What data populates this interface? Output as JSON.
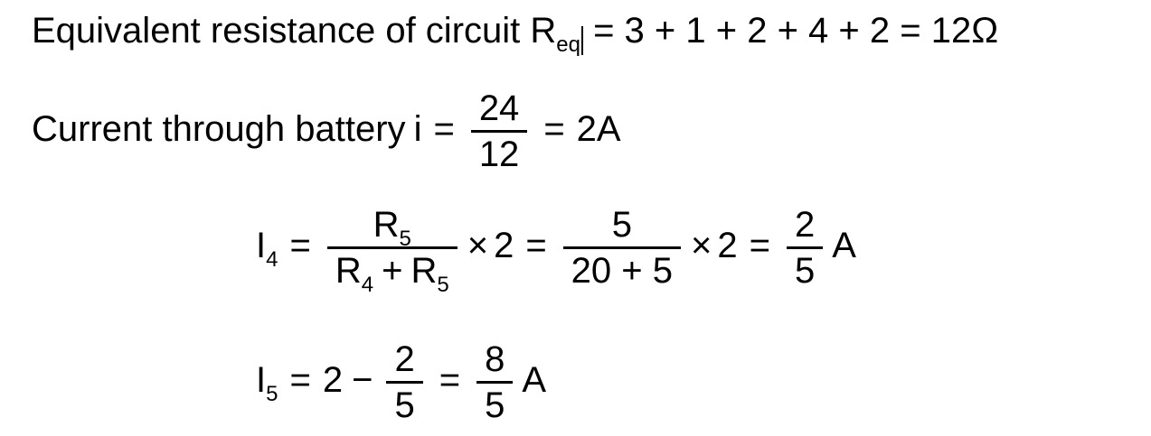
{
  "colors": {
    "background": "#ffffff",
    "text": "#000000"
  },
  "line1": {
    "prefix": "Equivalent resistance of circuit ",
    "r_base": "R",
    "r_sub": "eq",
    "rest": " = 3 + 1 + 2 + 4 + 2 = 12Ω"
  },
  "line2": {
    "prefix": "Current through battery",
    "var": "i",
    "eq1": "=",
    "frac": {
      "num": "24",
      "den": "12"
    },
    "eq2": "=",
    "result": "2A"
  },
  "line3": {
    "lhs_base": "I",
    "lhs_sub": "4",
    "eq1": "=",
    "frac1": {
      "num_base": "R",
      "num_sub": "5",
      "den_base1": "R",
      "den_sub1": "4",
      "den_op": "+",
      "den_base2": "R",
      "den_sub2": "5"
    },
    "times1": "×",
    "factor1": "2",
    "eq2": "=",
    "frac2": {
      "num": "5",
      "den": "20 + 5"
    },
    "times2": "×",
    "factor2": "2",
    "eq3": "=",
    "frac3": {
      "num": "2",
      "den": "5"
    },
    "unit": "A"
  },
  "line4": {
    "lhs_base": "I",
    "lhs_sub": "5",
    "eq1": "=",
    "term": "2",
    "minus": "−",
    "frac1": {
      "num": "2",
      "den": "5"
    },
    "eq2": "=",
    "frac2": {
      "num": "8",
      "den": "5"
    },
    "unit": "A"
  }
}
